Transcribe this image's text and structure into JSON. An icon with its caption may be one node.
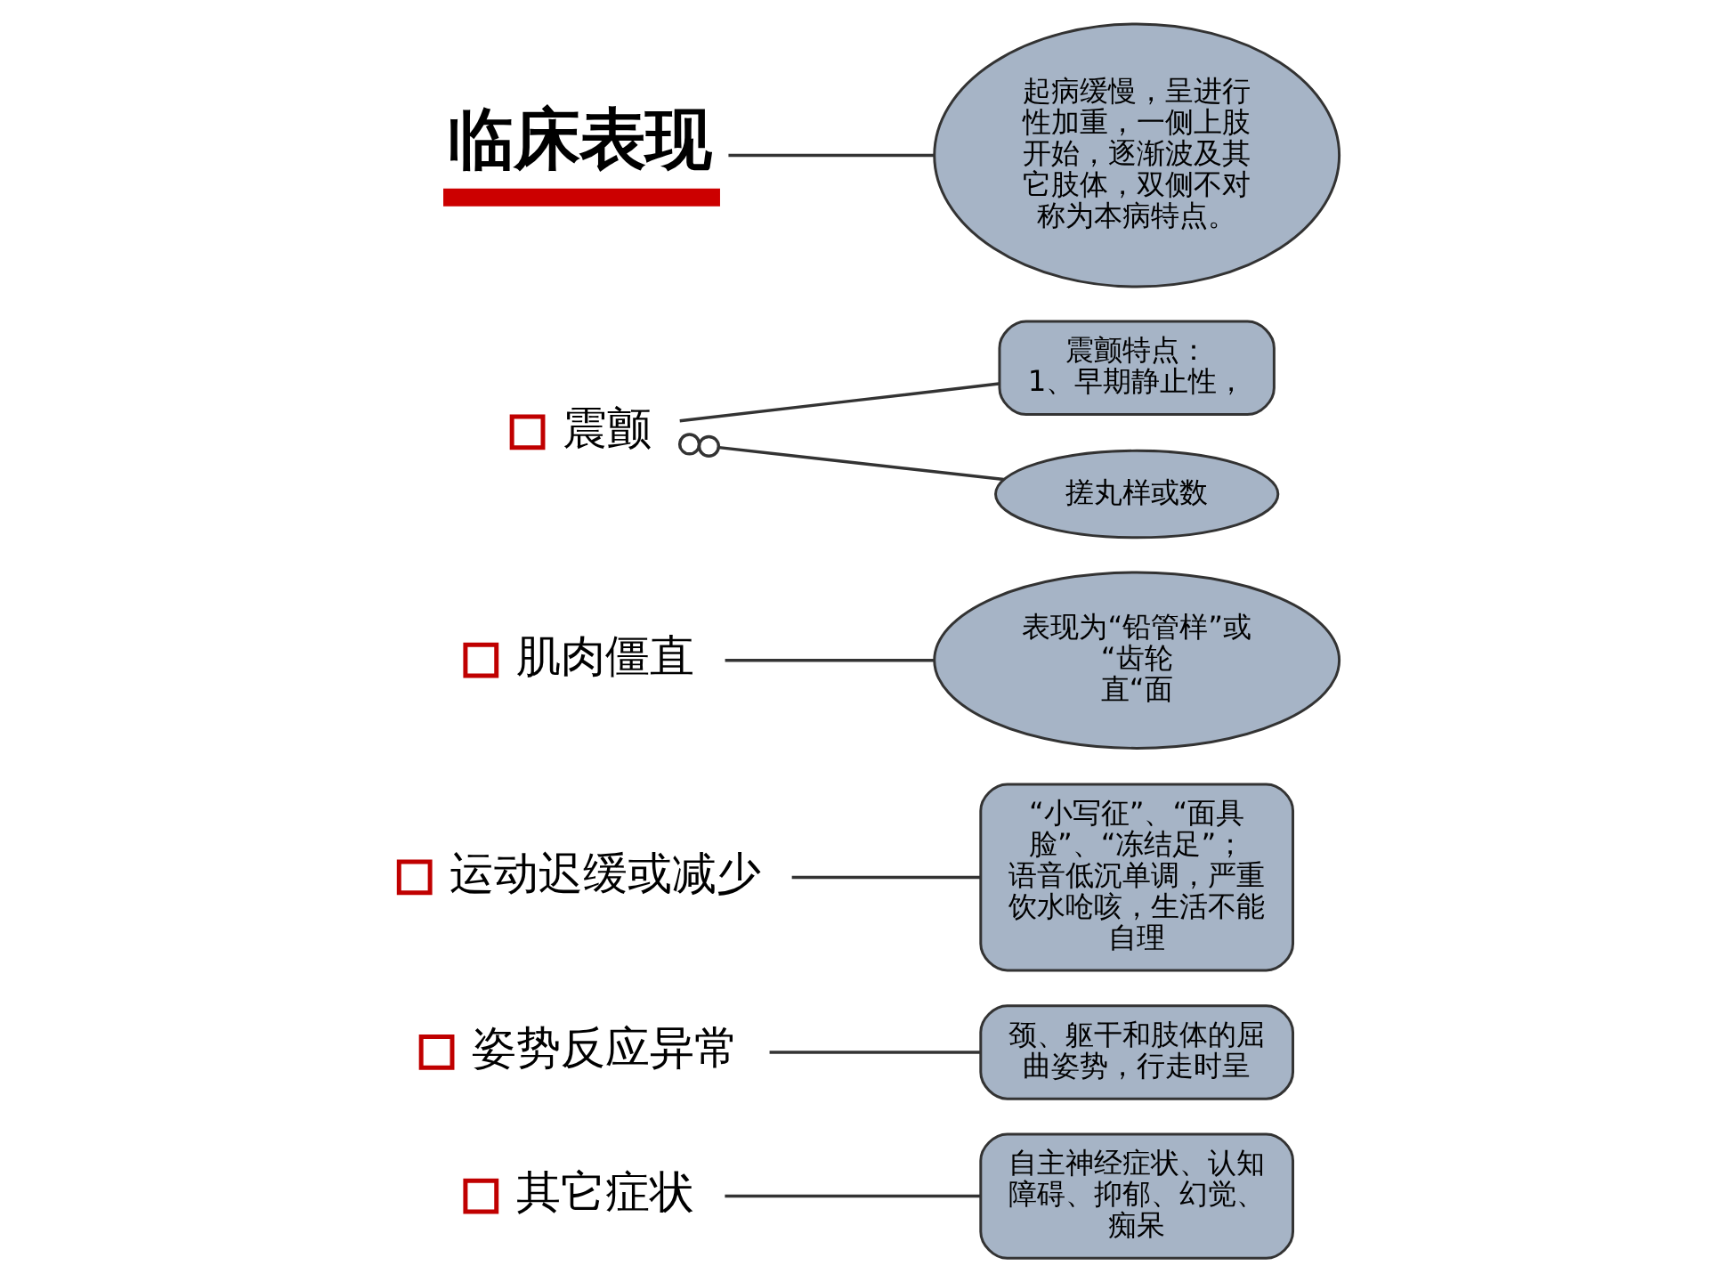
{
  "diagram": {
    "nodes": [
      {
        "text": [
          "起病缓慢，呈进行性加重，一侧上肢开始，逐渐波及其它肢体，双侧不对称为本病特点。"
        ]
      },
      {
        "text": [
          "临床表现"
        ]
      },
      {
        "text": [
          "震颤"
        ]
      },
      {
        "text": [
          "肌肉僵直"
        ]
      },
      {
        "text": [
          "运动迟缓或减少"
        ]
      },
      {
        "text": [
          "姿势反应异常"
        ]
      },
      {
        "text": [
          "其它症状"
        ]
      },
      {
        "text": [
          "搓丸样或数"
        ]
      },
      {
        "text": [
          "震颤特点：",
          "1、早期静止性，"
        ]
      },
      {
        "text": [
          "表现为“铅管样”或“齿轮",
          "直“面"
        ]
      },
      {
        "text": [
          "“小写征”、“面具脸”、“冻结足”；语音低沉单调，严重饮水呛咳，生活不能自理"
        ]
      },
      {
        "text": [
          "颈、躯干和肢体的屈曲姿势，行走时呈"
        ]
      },
      {
        "text": [
          "自主神经症状、认知障碍、抑郁、幻觉、痴呆"
        ]
      }
    ],
    "edges": [
      {
        "from": 0,
        "to": 1,
        "arrow": "none"
      },
      {
        "from": 7,
        "to": 2,
        "arrow": "other"
      },
      {
        "from": 8,
        "to": 2,
        "arrow": "none"
      },
      {
        "from": 9,
        "to": 3,
        "arrow": "none"
      },
      {
        "from": 10,
        "to": 4,
        "arrow": "none"
      },
      {
        "from": 11,
        "to": 5,
        "arrow": "none"
      },
      {
        "from": 12,
        "to": 6,
        "arrow": "none"
      }
    ]
  }
}
